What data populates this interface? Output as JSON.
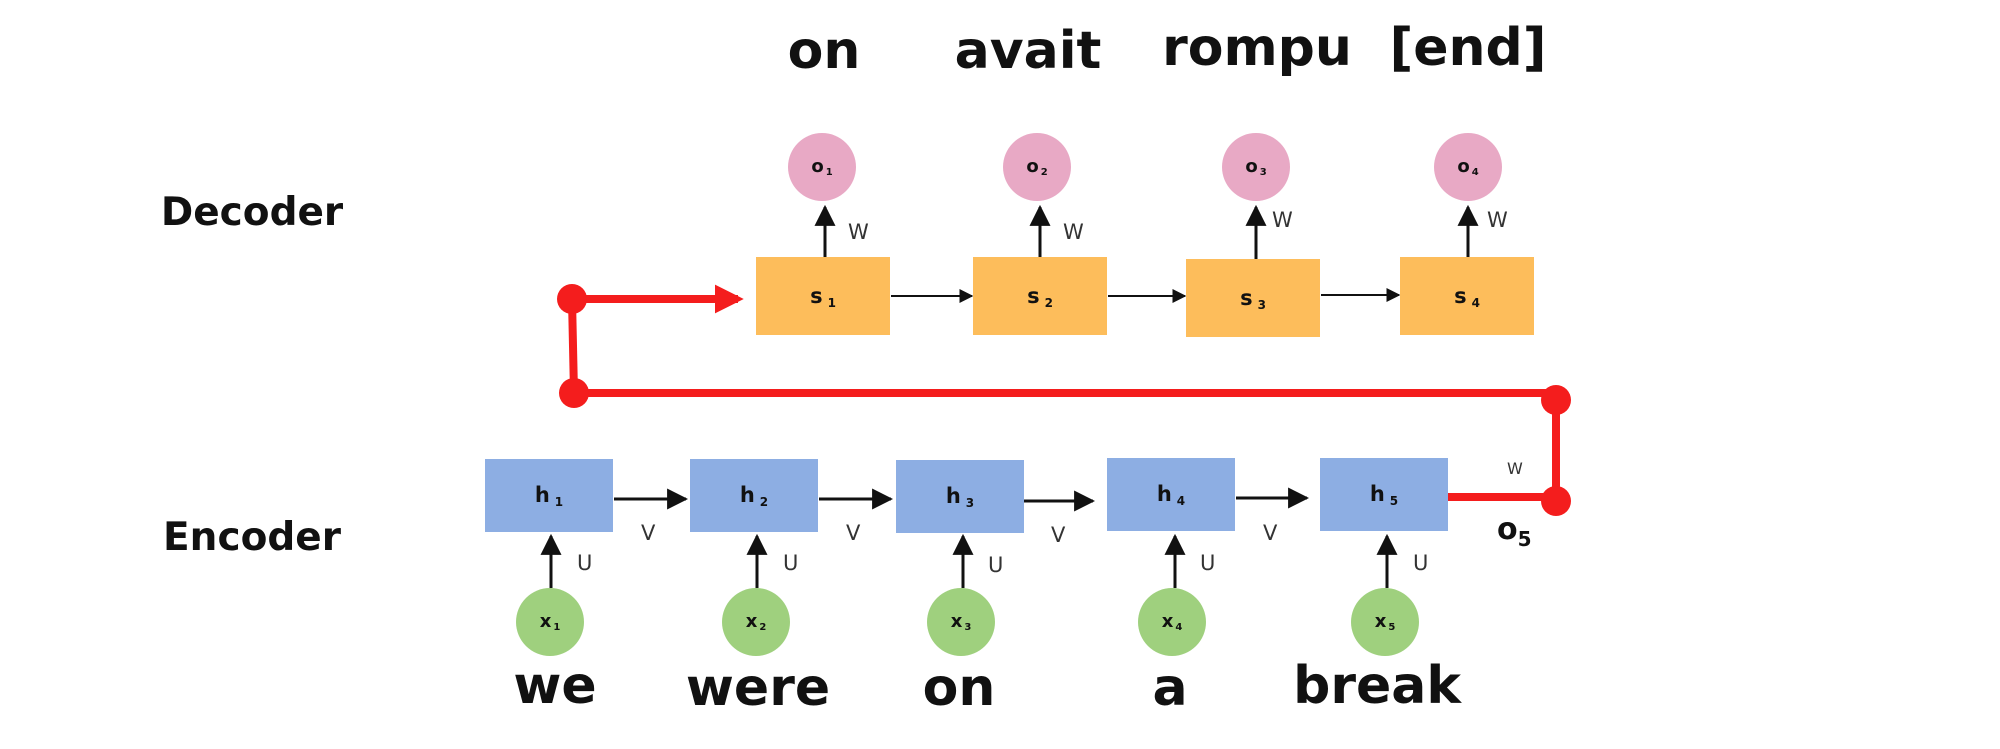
{
  "sections": {
    "decoder": "Decoder",
    "encoder": "Encoder"
  },
  "output_words": [
    "on",
    "avait",
    "rompu",
    "[end]"
  ],
  "input_words": [
    "we",
    "were",
    "on",
    "a",
    "break"
  ],
  "decoder_states": [
    {
      "name": "s",
      "sub": "1"
    },
    {
      "name": "s",
      "sub": "2"
    },
    {
      "name": "s",
      "sub": "3"
    },
    {
      "name": "s",
      "sub": "4"
    }
  ],
  "decoder_outputs": [
    {
      "name": "o",
      "sub": "1"
    },
    {
      "name": "o",
      "sub": "2"
    },
    {
      "name": "o",
      "sub": "3"
    },
    {
      "name": "o",
      "sub": "4"
    }
  ],
  "encoder_states": [
    {
      "name": "h",
      "sub": "1"
    },
    {
      "name": "h",
      "sub": "2"
    },
    {
      "name": "h",
      "sub": "3"
    },
    {
      "name": "h",
      "sub": "4"
    },
    {
      "name": "h",
      "sub": "5"
    }
  ],
  "encoder_inputs": [
    {
      "name": "x",
      "sub": "1"
    },
    {
      "name": "x",
      "sub": "2"
    },
    {
      "name": "x",
      "sub": "3"
    },
    {
      "name": "x",
      "sub": "4"
    },
    {
      "name": "x",
      "sub": "5"
    }
  ],
  "weights": {
    "output": "W",
    "recurrent": "V",
    "input": "U",
    "encoder_out": "W"
  },
  "encoder_output": {
    "name": "o",
    "sub": "5"
  },
  "colors": {
    "decoder_state": "#fdbd5b",
    "decoder_output": "#e8a9c5",
    "encoder_state": "#8daee3",
    "encoder_input": "#9fd07e",
    "context_path": "#f41d1d",
    "arrow": "#111111"
  }
}
